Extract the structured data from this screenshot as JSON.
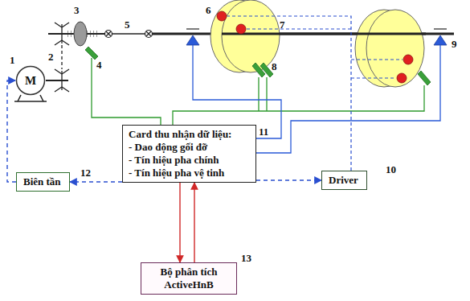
{
  "diagram": {
    "nodes": [
      {
        "text": [
          "Card thu nhận dữ liệu:",
          "- Dao động gối đỡ",
          "- Tín hiệu pha chính",
          "- Tín hiệu pha vệ tinh"
        ]
      },
      {
        "text": [
          "Biên tần"
        ]
      },
      {
        "text": [
          "Driver"
        ]
      },
      {
        "text": [
          "Bộ phân tích ActiveHnB"
        ]
      },
      {
        "text": [
          "M"
        ]
      }
    ],
    "edges": [
      {
        "from": 0,
        "to": 1,
        "arrow": "to"
      },
      {
        "from": 1,
        "to": 4,
        "arrow": "to"
      },
      {
        "from": 0,
        "to": 2,
        "arrow": "to"
      },
      {
        "from": 0,
        "to": 3,
        "arrow": "to"
      },
      {
        "from": 3,
        "to": 0,
        "arrow": "to"
      }
    ],
    "labels": [
      "1",
      "2",
      "3",
      "4",
      "5",
      "6",
      "7",
      "8",
      "9",
      "11",
      "12",
      "10",
      "13"
    ]
  }
}
